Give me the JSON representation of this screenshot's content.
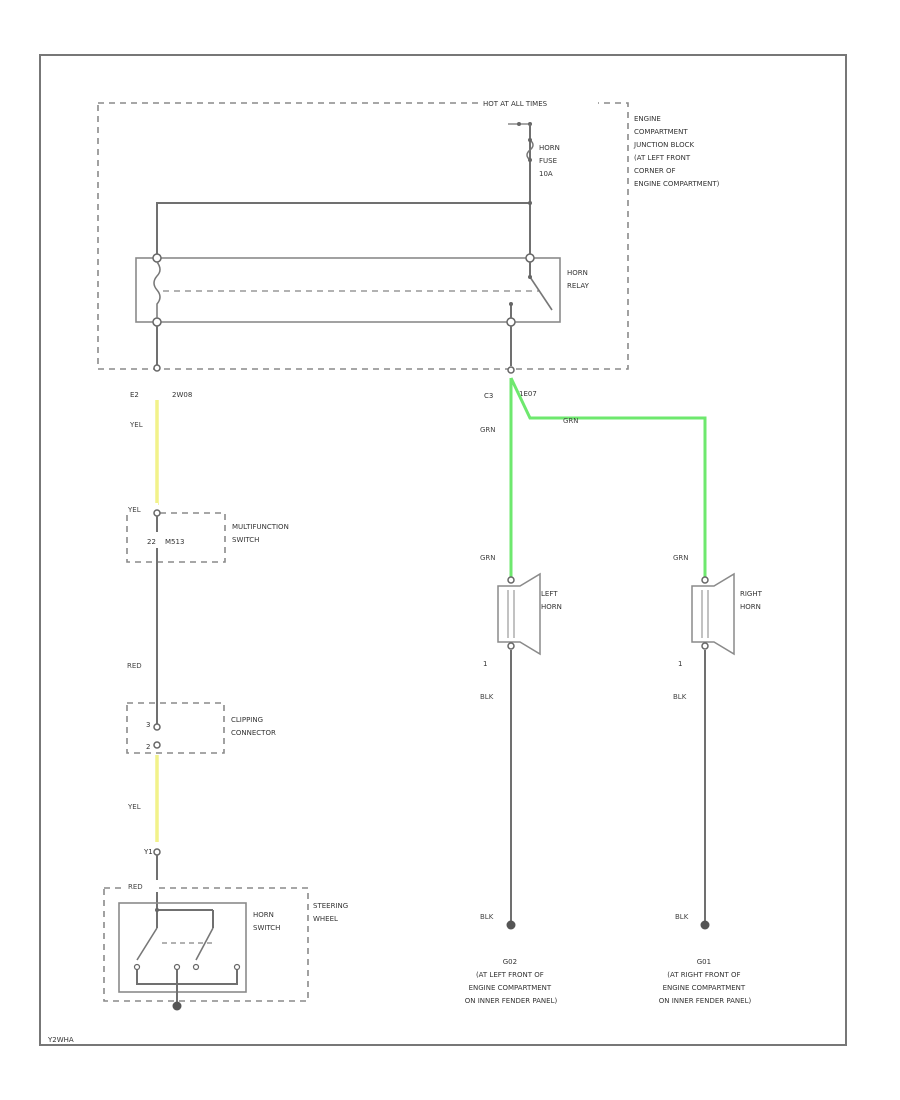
{
  "diagram": {
    "fuse_block_header": "HOT AT ALL TIMES",
    "fuse_block_desc": [
      "ENGINE",
      "COMPARTMENT",
      "JUNCTION BLOCK",
      "(AT LEFT FRONT",
      "CORNER OF",
      "ENGINE COMPARTMENT)"
    ],
    "fuse_label": [
      "HORN",
      "FUSE",
      "10A"
    ],
    "relay_label": [
      "HORN",
      "RELAY"
    ],
    "connectors": {
      "e2": "E2",
      "e2_pin": "2W08",
      "c3": "C3",
      "c3_pin": "1E07"
    },
    "multifunction_switch": {
      "connector": "M513",
      "label": [
        "MULTIFUNCTION",
        "SWITCH"
      ]
    },
    "clipping_connector": {
      "label": [
        "CLIPPING",
        "CONNECTOR"
      ]
    },
    "steering_wheel": {
      "box_label": [
        "STEERING",
        "WHEEL"
      ],
      "switch_label": [
        "HORN",
        "SWITCH"
      ]
    },
    "left_horn": {
      "label": [
        "LEFT",
        "HORN"
      ],
      "pin": "1"
    },
    "right_horn": {
      "label": [
        "RIGHT",
        "HORN"
      ],
      "pin": "1"
    },
    "grounds": {
      "left": [
        "G02",
        "(AT LEFT FRONT OF",
        "ENGINE COMPARTMENT",
        "ON INNER FENDER PANEL)"
      ],
      "right": [
        "G01",
        "(AT RIGHT FRONT OF",
        "ENGINE COMPARTMENT",
        "ON INNER FENDER PANEL)"
      ]
    },
    "wire_colors": {
      "yel": "YEL",
      "grn": "GRN",
      "red": "RED",
      "blk": "BLK"
    },
    "diagram_id": "Y2WHA",
    "colors": {
      "yellow_wire": "#f2f28a",
      "green_wire": "#6ee86e",
      "gray_wire": "#707070"
    }
  }
}
